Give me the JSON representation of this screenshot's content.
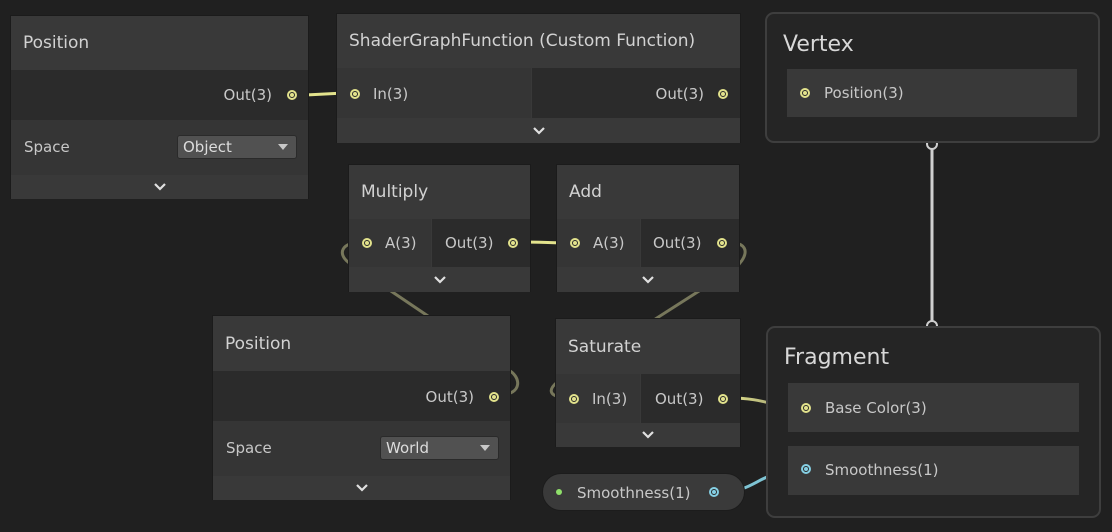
{
  "colors": {
    "background": "#202020",
    "vector3_port": "#e2e28c",
    "float_port": "#86d0e4",
    "wire_vector3": "#e2e28c",
    "wire_float": "#7ec4d4",
    "stack_link": "#cfcfcf"
  },
  "nodes": {
    "position_object": {
      "title": "Position",
      "output": "Out(3)",
      "space_label": "Space",
      "space_value": "Object"
    },
    "custom_function": {
      "title": "ShaderGraphFunction (Custom Function)",
      "input": "In(3)",
      "output": "Out(3)"
    },
    "multiply": {
      "title": "Multiply",
      "input": "A(3)",
      "output": "Out(3)"
    },
    "add": {
      "title": "Add",
      "input": "A(3)",
      "output": "Out(3)"
    },
    "position_world": {
      "title": "Position",
      "output": "Out(3)",
      "space_label": "Space",
      "space_value": "World"
    },
    "saturate": {
      "title": "Saturate",
      "input": "In(3)",
      "output": "Out(3)"
    }
  },
  "property": {
    "label": "Smoothness(1)"
  },
  "vertex": {
    "title": "Vertex",
    "blocks": [
      "Position(3)"
    ]
  },
  "fragment": {
    "title": "Fragment",
    "blocks": [
      "Base Color(3)",
      "Smoothness(1)"
    ]
  },
  "icons": [
    "chevron-down-icon",
    "dropdown-arrow-icon",
    "port-icon",
    "property-dot-icon"
  ]
}
